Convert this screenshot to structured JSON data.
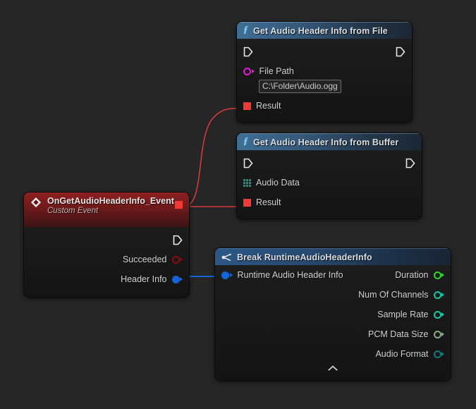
{
  "app": {
    "name": "Unreal Engine Blueprint Graph",
    "background_color": "#262626"
  },
  "nodes": {
    "get_from_file": {
      "title": "Get Audio Header Info from File",
      "icon": "function-f-icon",
      "header_color": "#3f6e94",
      "exec_in": "",
      "exec_out": "",
      "inputs": [
        {
          "label": "File Path",
          "pin": "string-pin",
          "color": "#e318d4",
          "value": "C:\\Folder\\Audio.ogg"
        }
      ],
      "outputs": [
        {
          "label": "Result",
          "pin": "delegate-pin",
          "color": "#f03a3a"
        }
      ]
    },
    "get_from_buffer": {
      "title": "Get Audio Header Info from Buffer",
      "icon": "function-f-icon",
      "header_color": "#3f6e94",
      "inputs": [
        {
          "label": "Audio Data",
          "pin": "array-pin",
          "color": "#1f8f85"
        }
      ],
      "outputs": [
        {
          "label": "Result",
          "pin": "delegate-pin",
          "color": "#f03a3a"
        }
      ]
    },
    "custom_event": {
      "title": "OnGetAudioHeaderInfo_Event",
      "subtitle": "Custom Event",
      "icon": "event-diamond-icon",
      "header_color": "#8c2020",
      "delegate_pin": {
        "label": "",
        "pin": "delegate-pin",
        "color": "#f03a3a"
      },
      "outputs": [
        {
          "label": "Succeeded",
          "pin": "bool-pin",
          "color": "#8c0b0b",
          "style": "hollow"
        },
        {
          "label": "Header Info",
          "pin": "struct-pin",
          "color": "#1565d8",
          "style": "filled"
        }
      ]
    },
    "break_struct": {
      "title": "Break RuntimeAudioHeaderInfo",
      "icon": "break-struct-icon",
      "header_color": "#2c5786",
      "inputs": [
        {
          "label": "Runtime Audio Header Info",
          "pin": "struct-pin",
          "color": "#1565d8",
          "style": "filled"
        }
      ],
      "outputs": [
        {
          "label": "Duration",
          "pin": "float-pin",
          "color": "#2fd62f",
          "style": "hollow"
        },
        {
          "label": "Num Of Channels",
          "pin": "int-pin",
          "color": "#10c7a0",
          "style": "hollow"
        },
        {
          "label": "Sample Rate",
          "pin": "int-pin",
          "color": "#14c9a2",
          "style": "hollow"
        },
        {
          "label": "PCM Data Size",
          "pin": "int64-pin",
          "color": "#8aab88",
          "style": "hollow"
        },
        {
          "label": "Audio Format",
          "pin": "enum-pin",
          "color": "#13797a",
          "style": "hollow"
        }
      ],
      "collapse_icon": "chevron-up-icon"
    }
  },
  "wires": [
    {
      "from": "custom_event.delegate",
      "to": "get_from_file.result",
      "color": "#d33a3a"
    },
    {
      "from": "custom_event.delegate",
      "to": "get_from_buffer.result",
      "color": "#d33a3a"
    },
    {
      "from": "custom_event.header_info",
      "to": "break_struct.input",
      "color": "#1565d8"
    }
  ]
}
